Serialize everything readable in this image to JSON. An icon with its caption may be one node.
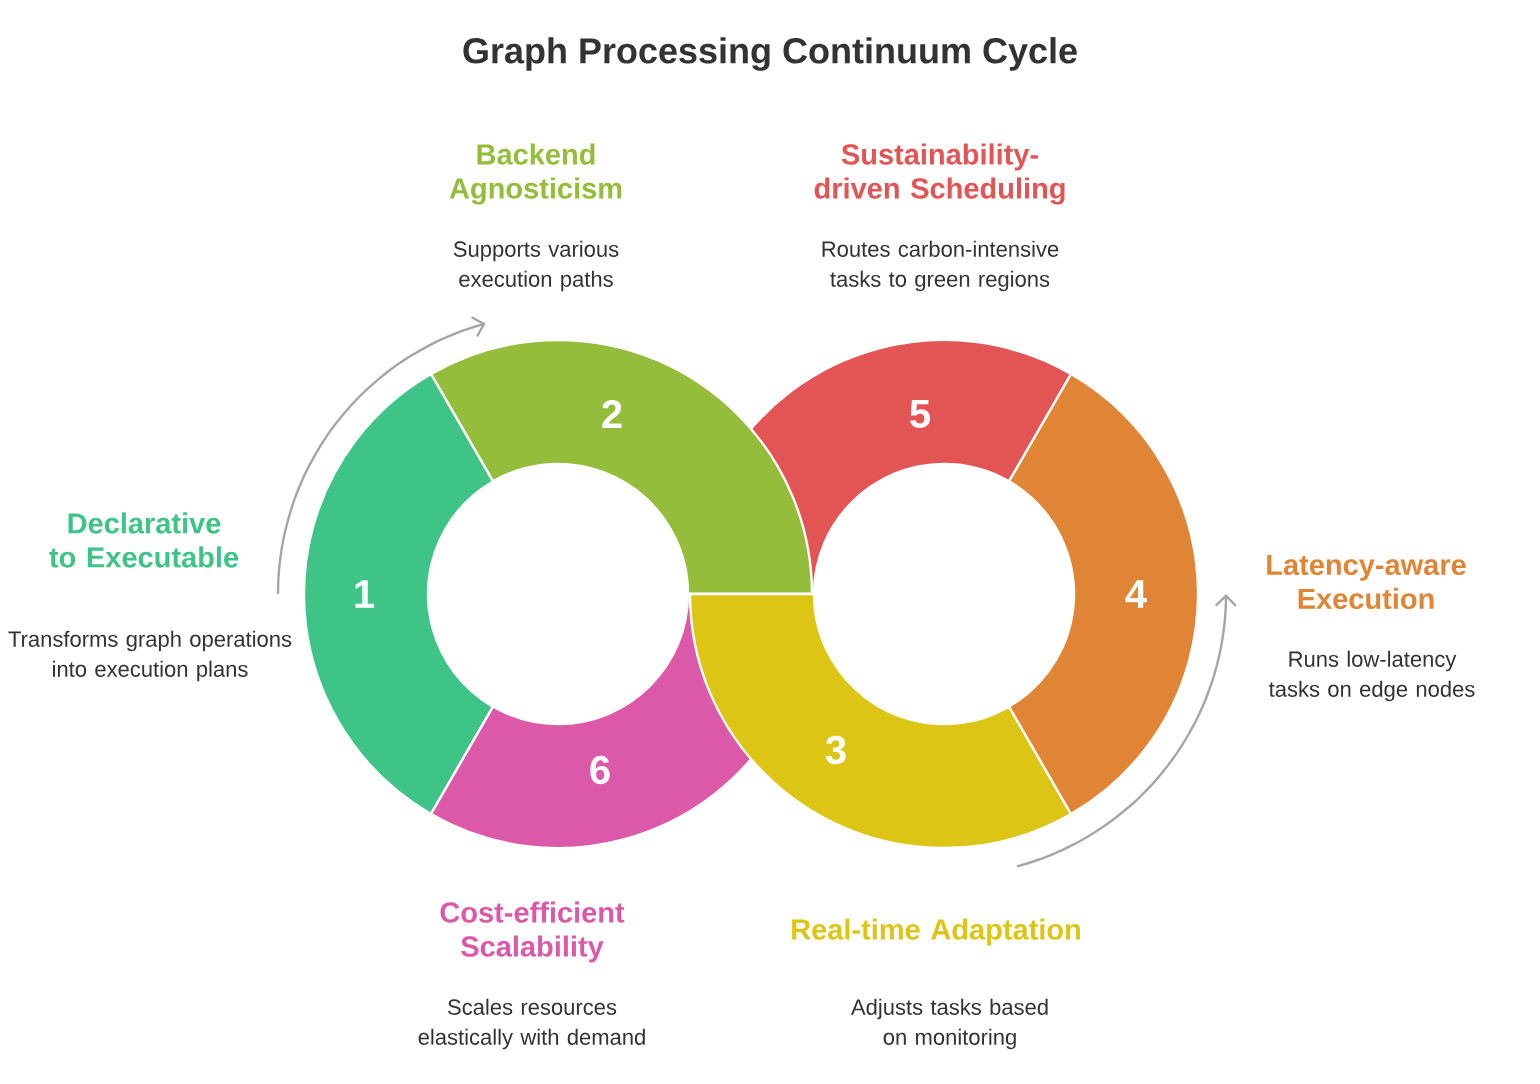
{
  "diagram": {
    "title": "Graph Processing Continuum Cycle",
    "nodes": [
      {
        "text": [
          "1"
        ],
        "beside": [
          "Declarative to Executable",
          "Transforms graph operations into execution plans"
        ]
      },
      {
        "text": [
          "2"
        ],
        "beside": [
          "Backend Agnosticism",
          "Supports various execution paths"
        ]
      },
      {
        "text": [
          "3"
        ],
        "beside": [
          "Real-time Adaptation",
          "Adjusts tasks based on monitoring"
        ]
      },
      {
        "text": [
          "4"
        ],
        "beside": [
          "Latency-aware Execution",
          "Runs low-latency tasks on edge nodes"
        ]
      },
      {
        "text": [
          "5"
        ],
        "beside": [
          "Sustainability-driven Scheduling",
          "Routes carbon-intensive tasks to green regions"
        ]
      },
      {
        "text": [
          "6"
        ],
        "beside": [
          "Cost-efficient Scalability",
          "Scales resources elastically with demand"
        ]
      }
    ]
  }
}
